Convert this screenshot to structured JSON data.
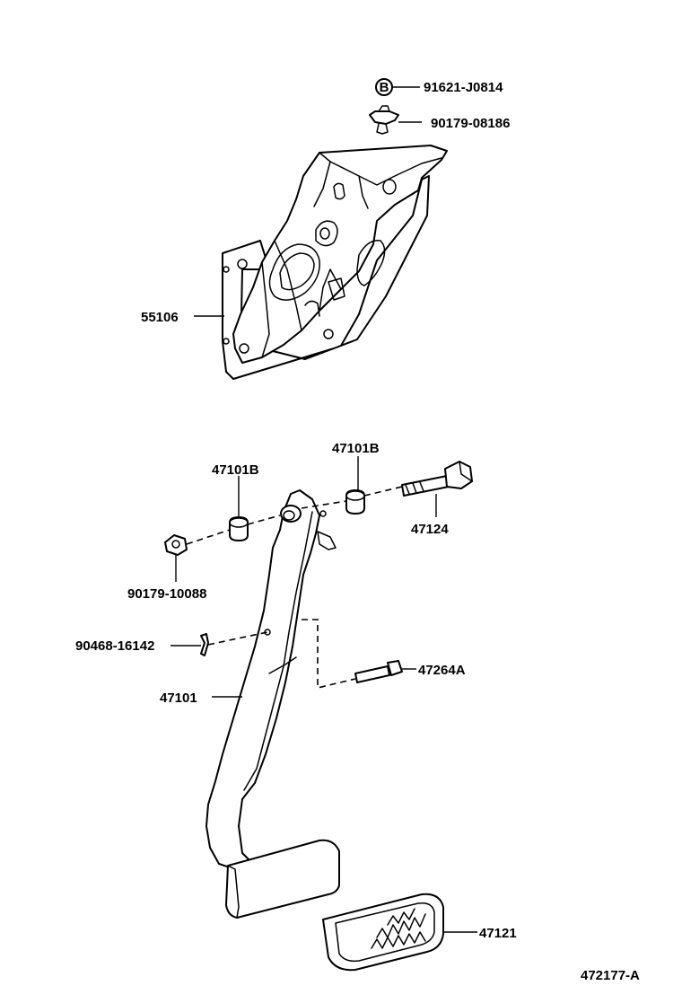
{
  "diagram": {
    "figure_id": "472177-A",
    "labels": {
      "p91621": "91621-J0814",
      "p90179a": "90179-08186",
      "p55106": "55106",
      "p47101b_left": "47101B",
      "p47101b_right": "47101B",
      "p47124": "47124",
      "p90179b": "90179-10088",
      "p90468": "90468-16142",
      "p47264a": "47264A",
      "p47101": "47101",
      "p47121": "47121"
    },
    "callout_letter": "B"
  }
}
